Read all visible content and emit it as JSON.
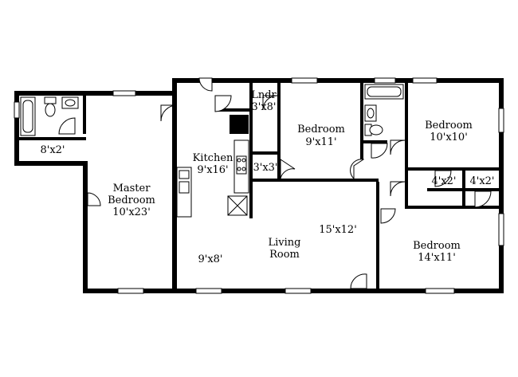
{
  "rooms": {
    "master": {
      "name1": "Master",
      "name2": "Bedroom",
      "size": "10'x23'"
    },
    "closet_master": {
      "size": "8'x2'"
    },
    "laundry": {
      "name": "Lndr",
      "size": "3'x8'"
    },
    "kitchen": {
      "name": "Kitchen",
      "size": "9'x16'"
    },
    "pantry": {
      "size": "3'x3'"
    },
    "bedroom_mid": {
      "name": "Bedroom",
      "size": "9'x11'"
    },
    "bedroom_ne": {
      "name": "Bedroom",
      "size": "10'x10'"
    },
    "closet_a": {
      "size": "4'x2'"
    },
    "closet_b": {
      "size": "4'x2'"
    },
    "living": {
      "name1": "Living",
      "name2": "Room",
      "size": "15'x12'"
    },
    "dining": {
      "size": "9'x8'"
    },
    "bedroom_se": {
      "name": "Bedroom",
      "size": "14'x11'"
    }
  }
}
